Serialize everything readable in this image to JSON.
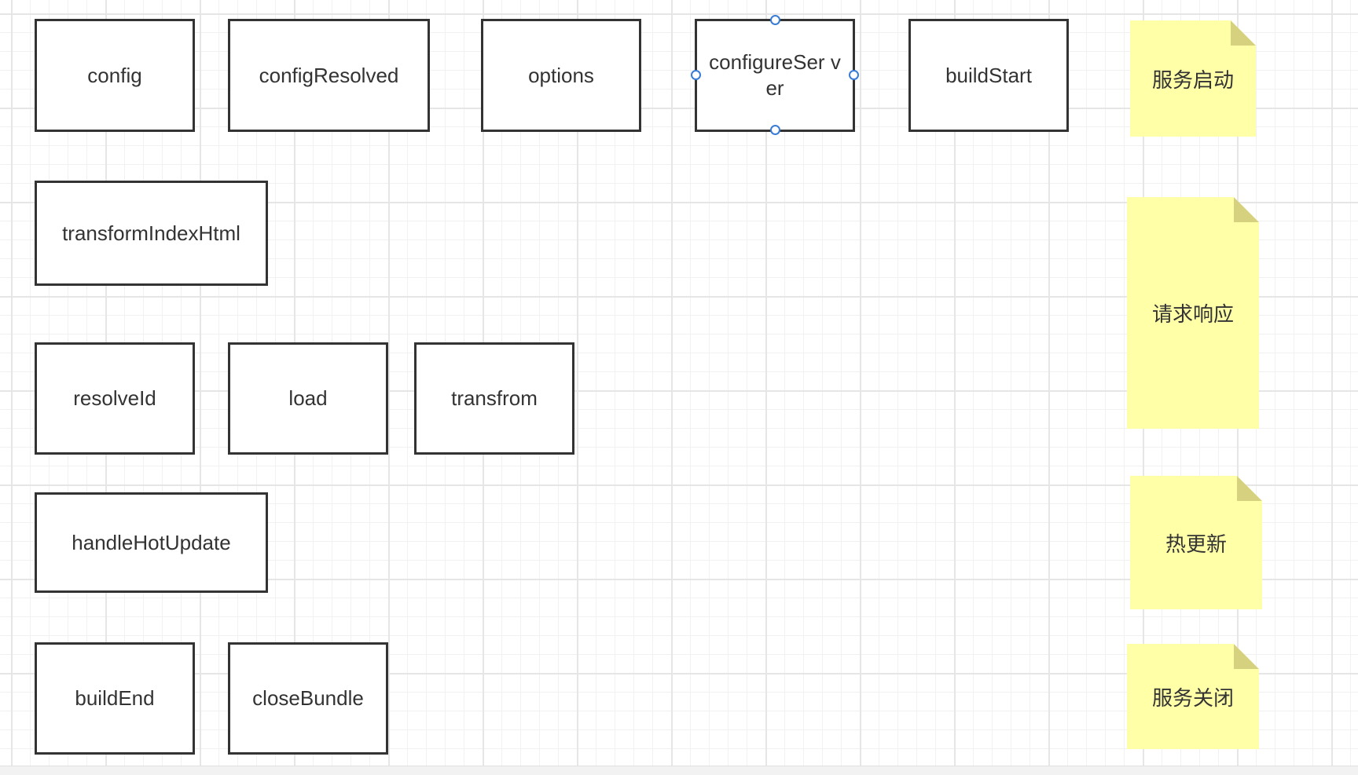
{
  "nodes": {
    "config": "config",
    "config_resolved": "configResolved",
    "options": "options",
    "configure_server": "configureSer ver",
    "build_start": "buildStart",
    "transform_index_html": "transformIndexHtml",
    "resolve_id": "resolveId",
    "load": "load",
    "transform": "transfrom",
    "handle_hot_update": "handleHotUpdate",
    "build_end": "buildEnd",
    "close_bundle": "closeBundle"
  },
  "notes": {
    "server_start": "服务启动",
    "request_response": "请求响应",
    "hot_update": "热更新",
    "server_close": "服务关闭"
  },
  "colors": {
    "node_border": "#333333",
    "note_fill": "#ffffa8",
    "note_fold": "#d5d17e",
    "selection_handle": "#3a7bd5",
    "grid_line": "#e6e6e6"
  }
}
